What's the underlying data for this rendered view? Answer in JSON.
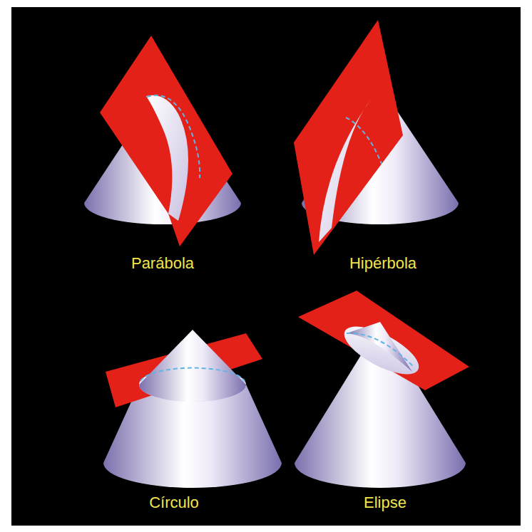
{
  "diagram": {
    "labels": [
      "Parábola",
      "Hipérbola",
      "Círculo",
      "Elipse"
    ]
  }
}
